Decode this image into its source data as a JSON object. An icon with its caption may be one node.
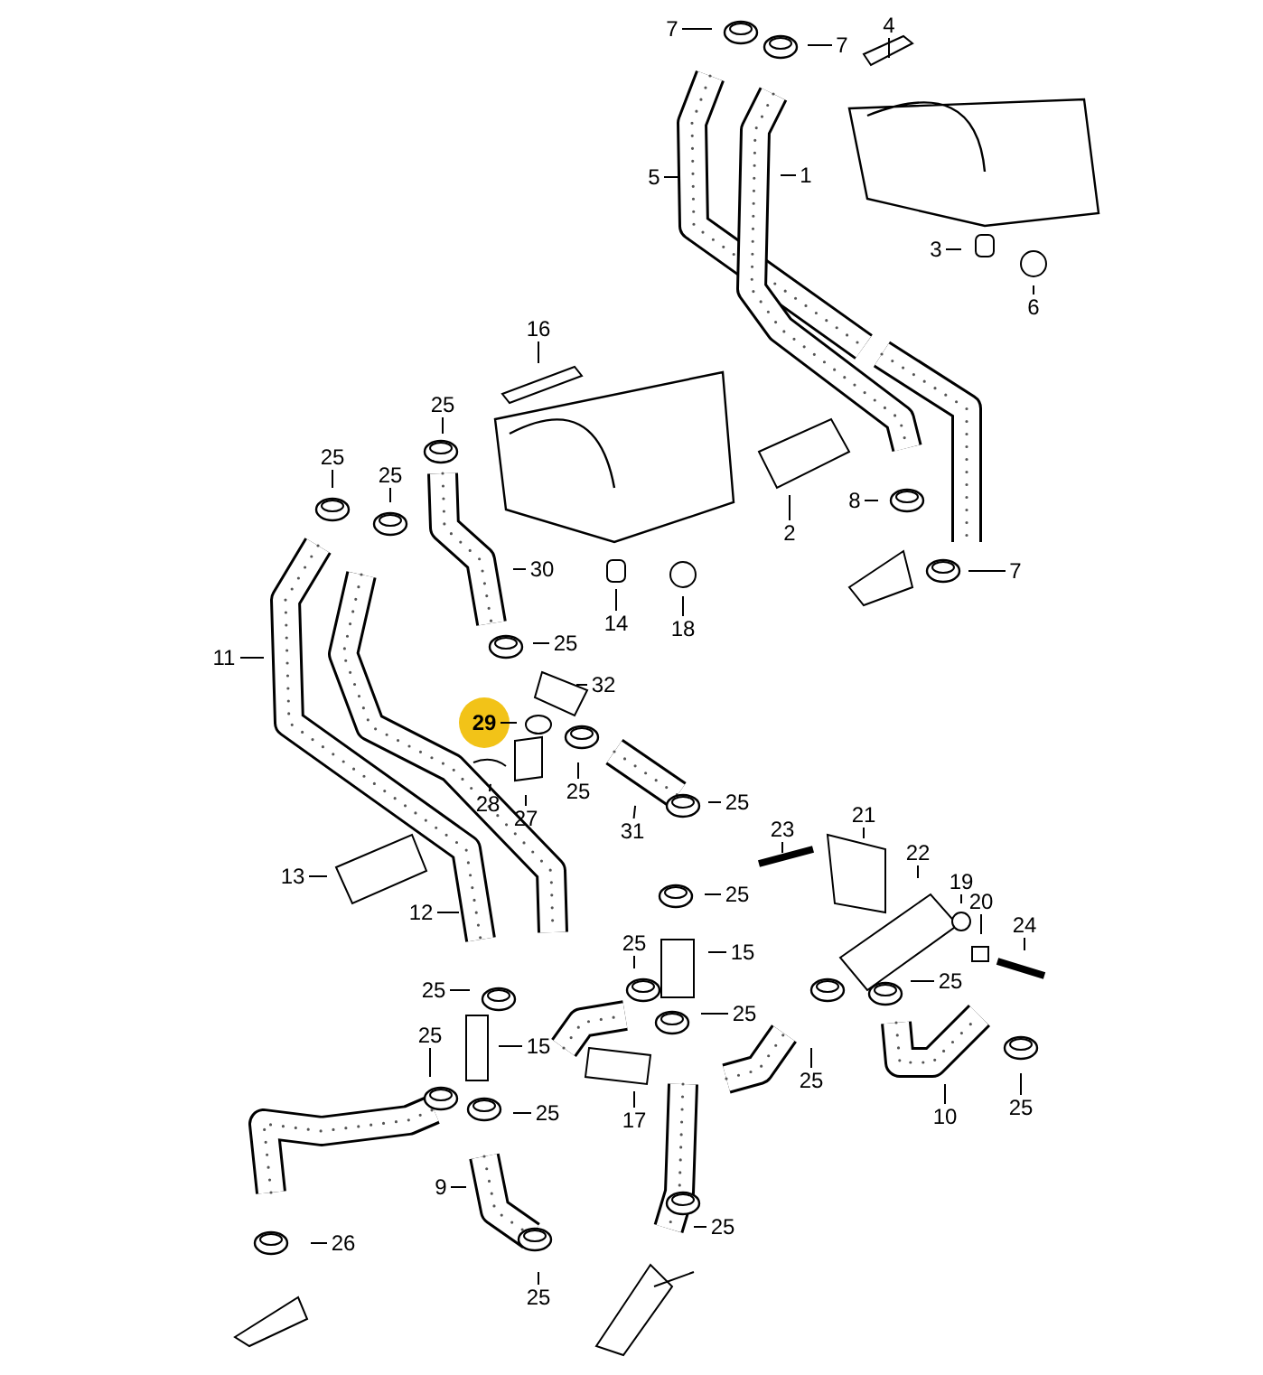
{
  "diagram": {
    "nodes": [
      {
        "text": [
          "7"
        ]
      },
      {
        "text": [
          "7"
        ]
      },
      {
        "text": [
          "4"
        ]
      },
      {
        "text": [
          "5"
        ]
      },
      {
        "text": [
          "1"
        ]
      },
      {
        "text": [
          "3"
        ]
      },
      {
        "text": [
          "6"
        ]
      },
      {
        "text": [
          "16"
        ]
      },
      {
        "text": [
          "25"
        ]
      },
      {
        "text": [
          "25"
        ]
      },
      {
        "text": [
          "25"
        ]
      },
      {
        "text": [
          "2"
        ]
      },
      {
        "text": [
          "8"
        ]
      },
      {
        "text": [
          "7"
        ]
      },
      {
        "text": [
          "30"
        ]
      },
      {
        "text": [
          "11"
        ]
      },
      {
        "text": [
          "14"
        ]
      },
      {
        "text": [
          "18"
        ]
      },
      {
        "text": [
          "25"
        ]
      },
      {
        "text": [
          "32"
        ]
      },
      {
        "text": [
          "29"
        ]
      },
      {
        "text": [
          "28"
        ]
      },
      {
        "text": [
          "27"
        ]
      },
      {
        "text": [
          "25"
        ]
      },
      {
        "text": [
          "31"
        ]
      },
      {
        "text": [
          "25"
        ]
      },
      {
        "text": [
          "21"
        ]
      },
      {
        "text": [
          "23"
        ]
      },
      {
        "text": [
          "22"
        ]
      },
      {
        "text": [
          "19"
        ]
      },
      {
        "text": [
          "20"
        ]
      },
      {
        "text": [
          "24"
        ]
      },
      {
        "text": [
          "13"
        ]
      },
      {
        "text": [
          "25"
        ]
      },
      {
        "text": [
          "12"
        ]
      },
      {
        "text": [
          "25"
        ]
      },
      {
        "text": [
          "15"
        ]
      },
      {
        "text": [
          "25"
        ]
      },
      {
        "text": [
          "25"
        ]
      },
      {
        "text": [
          "25"
        ]
      },
      {
        "text": [
          "25"
        ]
      },
      {
        "text": [
          "15"
        ]
      },
      {
        "text": [
          "25"
        ]
      },
      {
        "text": [
          "25"
        ]
      },
      {
        "text": [
          "10"
        ]
      },
      {
        "text": [
          "25"
        ]
      },
      {
        "text": [
          "17"
        ]
      },
      {
        "text": [
          "9"
        ]
      },
      {
        "text": [
          "26"
        ]
      },
      {
        "text": [
          "25"
        ]
      },
      {
        "text": [
          "25"
        ]
      }
    ],
    "edges": [
      {
        "from": 0,
        "to": null,
        "arrow": "none"
      },
      {
        "from": 1,
        "to": null,
        "arrow": "none"
      },
      {
        "from": 2,
        "to": null,
        "arrow": "none"
      },
      {
        "from": 3,
        "to": null,
        "arrow": "none"
      },
      {
        "from": 4,
        "to": null,
        "arrow": "none"
      },
      {
        "from": 5,
        "to": null,
        "arrow": "none"
      },
      {
        "from": 6,
        "to": null,
        "arrow": "none"
      },
      {
        "from": 7,
        "to": null,
        "arrow": "none"
      },
      {
        "from": 8,
        "to": null,
        "arrow": "none"
      },
      {
        "from": 9,
        "to": null,
        "arrow": "none"
      },
      {
        "from": 10,
        "to": null,
        "arrow": "none"
      },
      {
        "from": 11,
        "to": null,
        "arrow": "none"
      },
      {
        "from": 12,
        "to": null,
        "arrow": "none"
      },
      {
        "from": 13,
        "to": null,
        "arrow": "none"
      },
      {
        "from": 14,
        "to": null,
        "arrow": "none"
      },
      {
        "from": 15,
        "to": null,
        "arrow": "none"
      },
      {
        "from": 16,
        "to": null,
        "arrow": "none"
      },
      {
        "from": 17,
        "to": null,
        "arrow": "none"
      },
      {
        "from": 18,
        "to": null,
        "arrow": "none"
      },
      {
        "from": 19,
        "to": null,
        "arrow": "none"
      },
      {
        "from": 20,
        "to": null,
        "arrow": "none"
      },
      {
        "from": 21,
        "to": null,
        "arrow": "none"
      },
      {
        "from": 22,
        "to": null,
        "arrow": "none"
      },
      {
        "from": 23,
        "to": null,
        "arrow": "none"
      },
      {
        "from": 24,
        "to": null,
        "arrow": "none"
      },
      {
        "from": 25,
        "to": null,
        "arrow": "none"
      },
      {
        "from": 26,
        "to": null,
        "arrow": "none"
      },
      {
        "from": 27,
        "to": null,
        "arrow": "none"
      },
      {
        "from": 28,
        "to": null,
        "arrow": "none"
      },
      {
        "from": 29,
        "to": null,
        "arrow": "none"
      },
      {
        "from": 30,
        "to": null,
        "arrow": "none"
      },
      {
        "from": 31,
        "to": null,
        "arrow": "none"
      },
      {
        "from": 32,
        "to": null,
        "arrow": "none"
      },
      {
        "from": 33,
        "to": null,
        "arrow": "none"
      },
      {
        "from": 34,
        "to": null,
        "arrow": "none"
      },
      {
        "from": 35,
        "to": null,
        "arrow": "none"
      },
      {
        "from": 36,
        "to": null,
        "arrow": "none"
      },
      {
        "from": 37,
        "to": null,
        "arrow": "none"
      },
      {
        "from": 38,
        "to": null,
        "arrow": "none"
      },
      {
        "from": 39,
        "to": null,
        "arrow": "none"
      },
      {
        "from": 40,
        "to": null,
        "arrow": "none"
      },
      {
        "from": 41,
        "to": null,
        "arrow": "none"
      },
      {
        "from": 42,
        "to": null,
        "arrow": "none"
      },
      {
        "from": 43,
        "to": null,
        "arrow": "none"
      },
      {
        "from": 44,
        "to": null,
        "arrow": "none"
      },
      {
        "from": 45,
        "to": null,
        "arrow": "none"
      },
      {
        "from": 46,
        "to": null,
        "arrow": "none"
      },
      {
        "from": 47,
        "to": null,
        "arrow": "none"
      },
      {
        "from": 48,
        "to": null,
        "arrow": "none"
      },
      {
        "from": 49,
        "to": null,
        "arrow": "none"
      },
      {
        "from": 50,
        "to": null,
        "arrow": "none"
      }
    ]
  }
}
